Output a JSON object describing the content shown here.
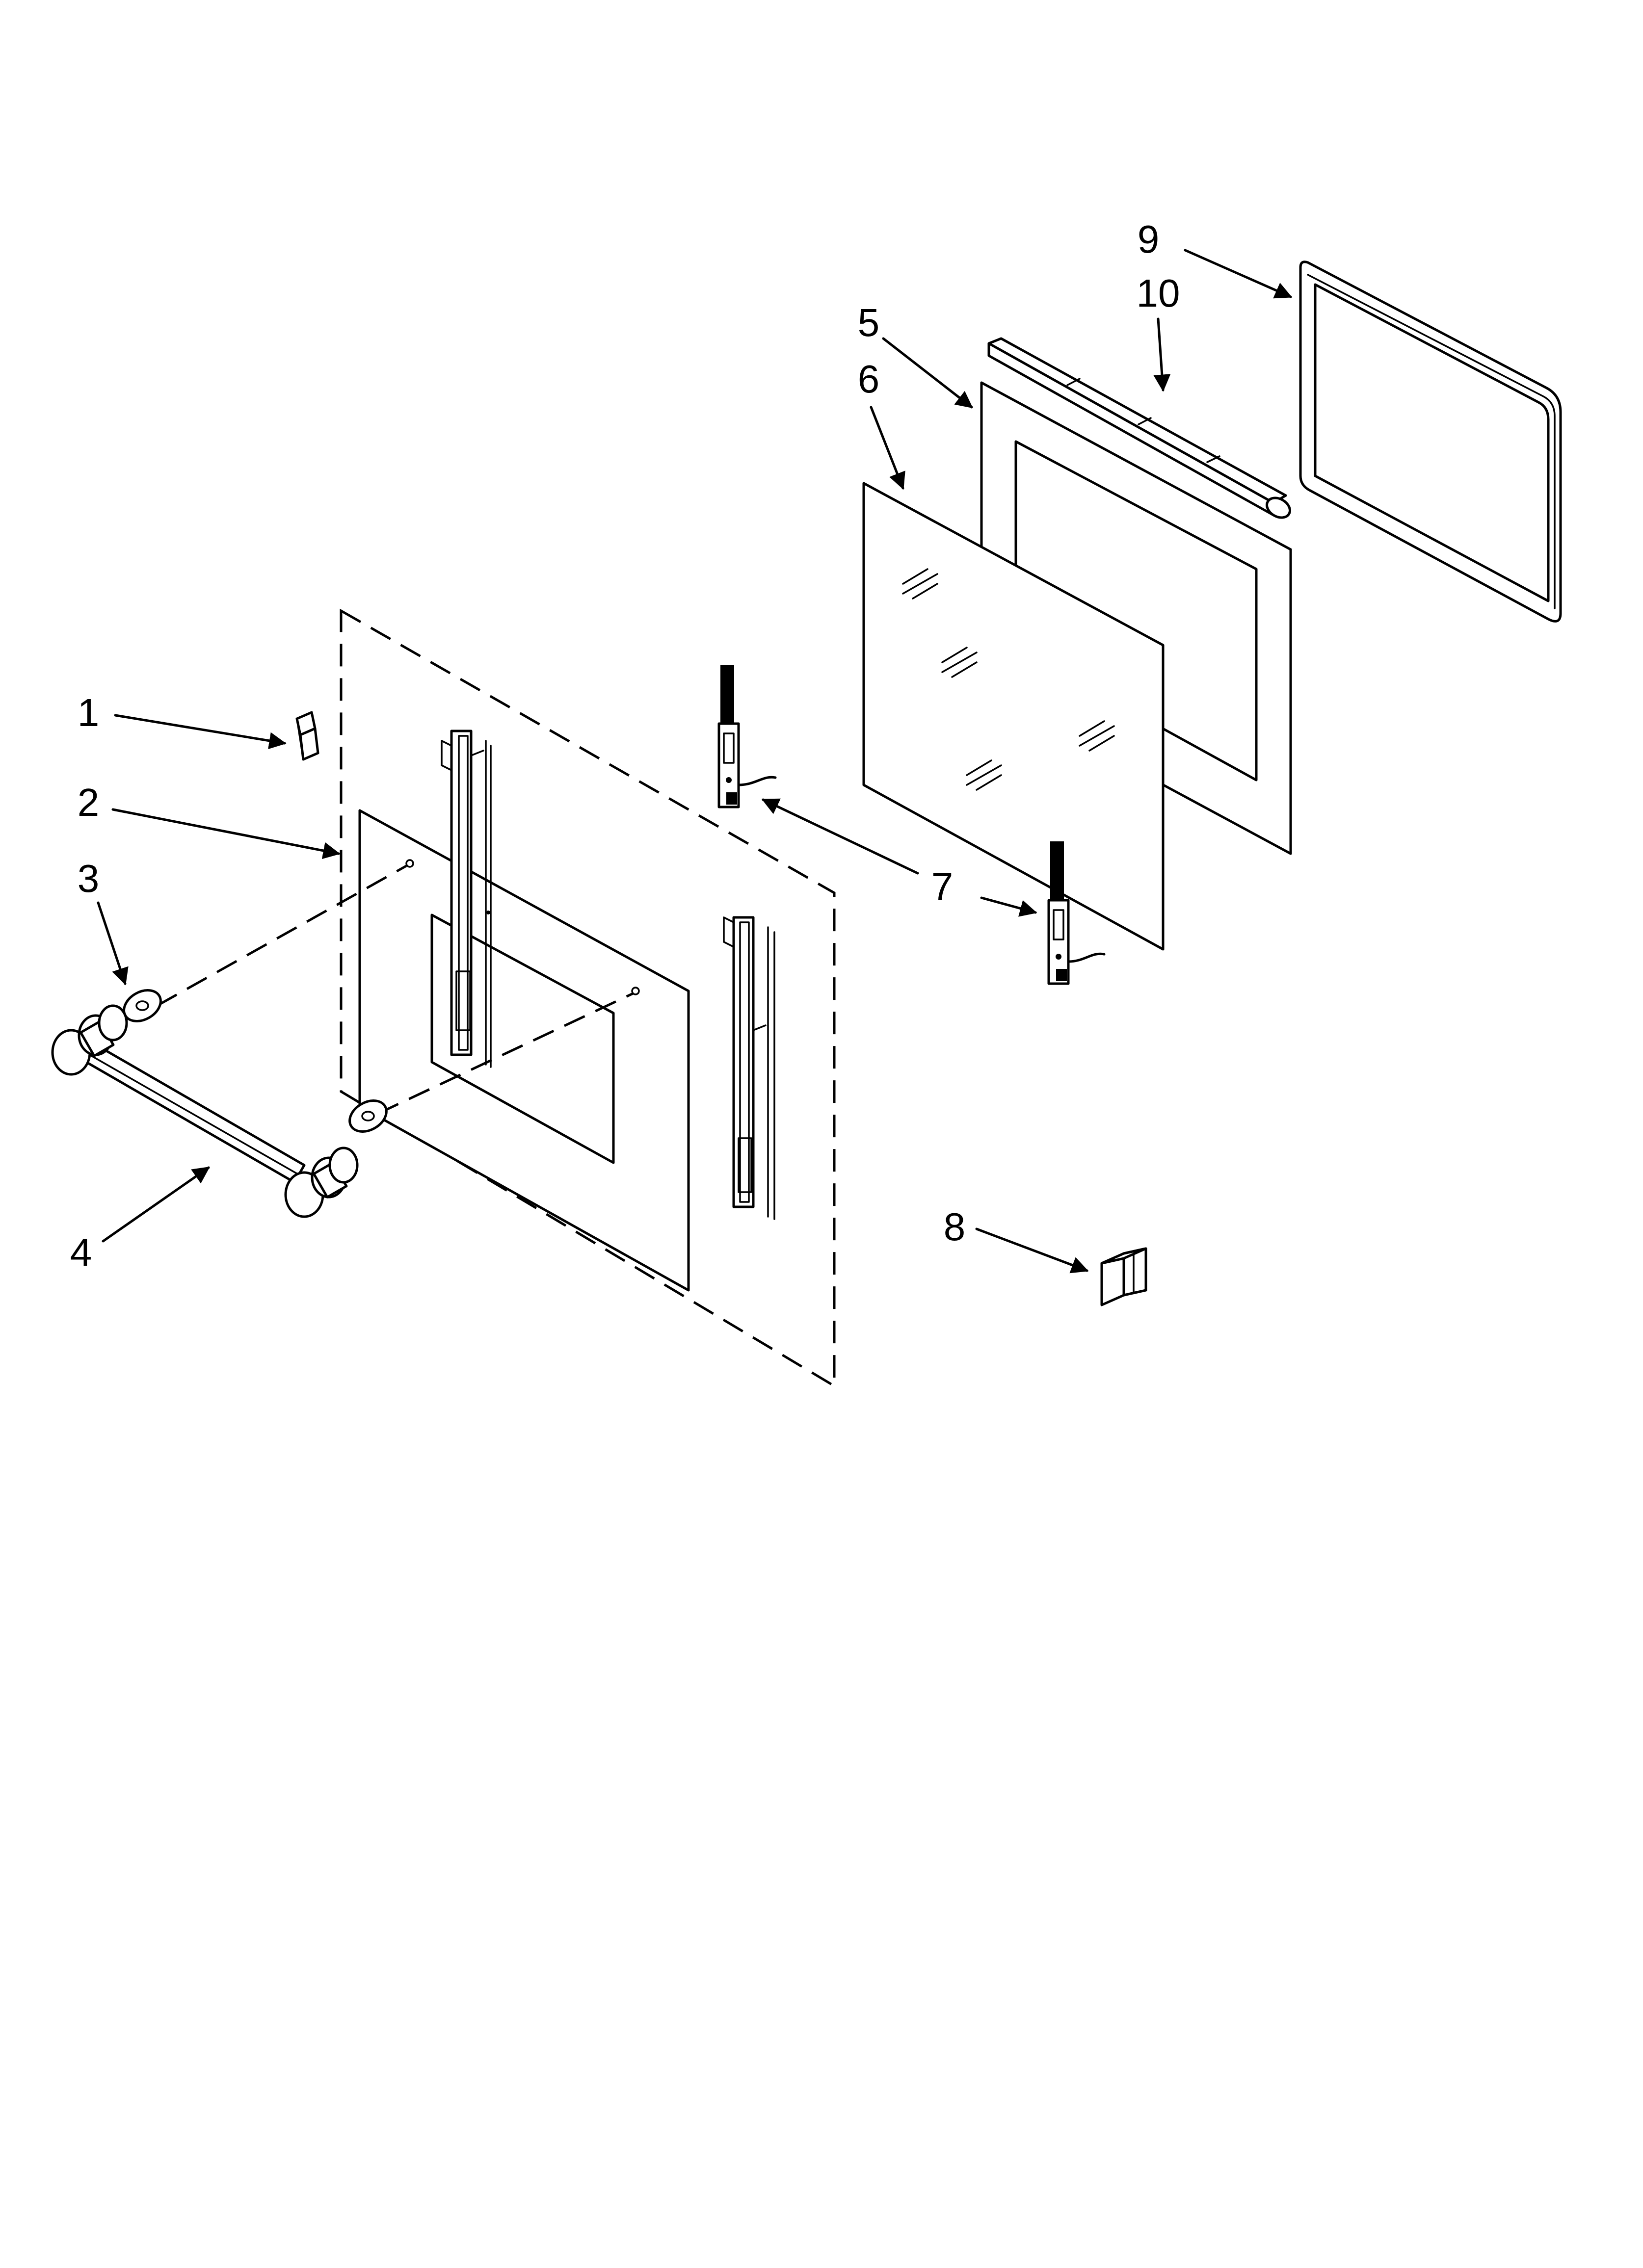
{
  "diagram": {
    "callouts": [
      {
        "id": "1",
        "text": "1"
      },
      {
        "id": "2",
        "text": "2"
      },
      {
        "id": "3",
        "text": "3"
      },
      {
        "id": "4",
        "text": "4"
      },
      {
        "id": "5",
        "text": "5"
      },
      {
        "id": "6",
        "text": "6"
      },
      {
        "id": "7",
        "text": "7"
      },
      {
        "id": "8",
        "text": "8"
      },
      {
        "id": "9",
        "text": "9"
      },
      {
        "id": "10",
        "text": "10"
      }
    ]
  }
}
